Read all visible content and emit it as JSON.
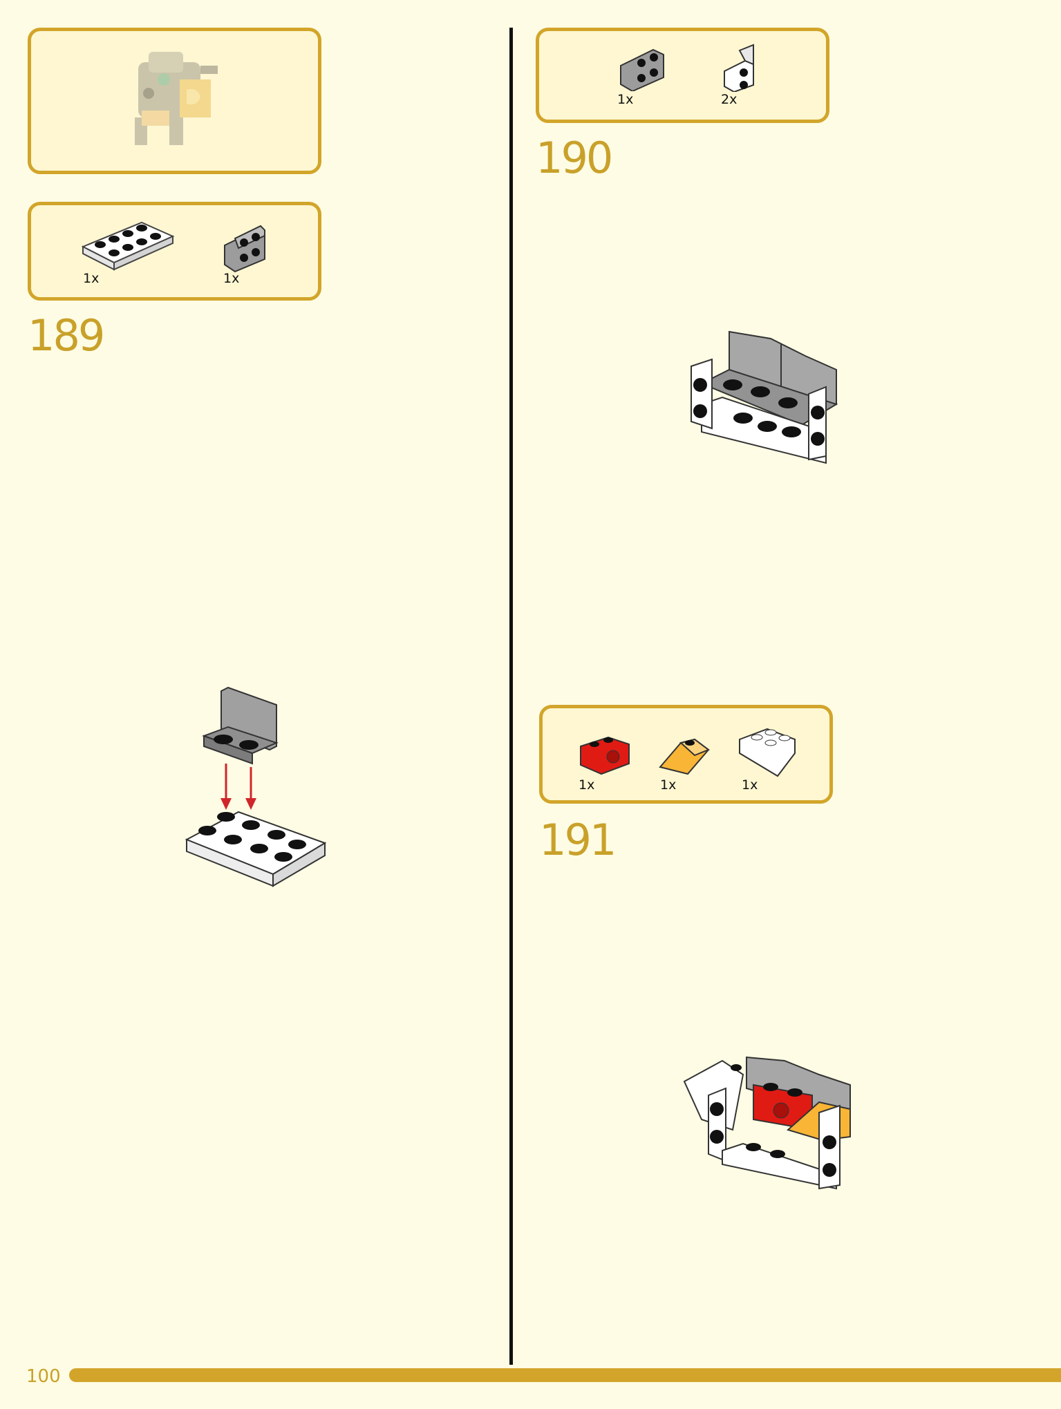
{
  "page_number": "100",
  "colors": {
    "background": "#FEFCE4",
    "accent_gold": "#D2A52A",
    "step_number": "#C9A12A",
    "box_fill": "#FEF7D2"
  },
  "preview_box": {
    "icon": "assembled-model-preview-icon"
  },
  "steps": [
    {
      "number": "189",
      "parts": [
        {
          "name": "white-plate-2x4-icon",
          "qty": "1x"
        },
        {
          "name": "gray-bracket-2x2-icon",
          "qty": "1x"
        }
      ]
    },
    {
      "number": "190",
      "parts": [
        {
          "name": "gray-bracket-2x2-icon",
          "qty": "1x"
        },
        {
          "name": "white-bracket-1x2-icon",
          "qty": "2x"
        }
      ]
    },
    {
      "number": "191",
      "parts": [
        {
          "name": "red-technic-brick-1x2-icon",
          "qty": "1x"
        },
        {
          "name": "orange-slope-icon",
          "qty": "1x"
        },
        {
          "name": "white-inverted-slope-icon",
          "qty": "1x"
        }
      ]
    }
  ]
}
